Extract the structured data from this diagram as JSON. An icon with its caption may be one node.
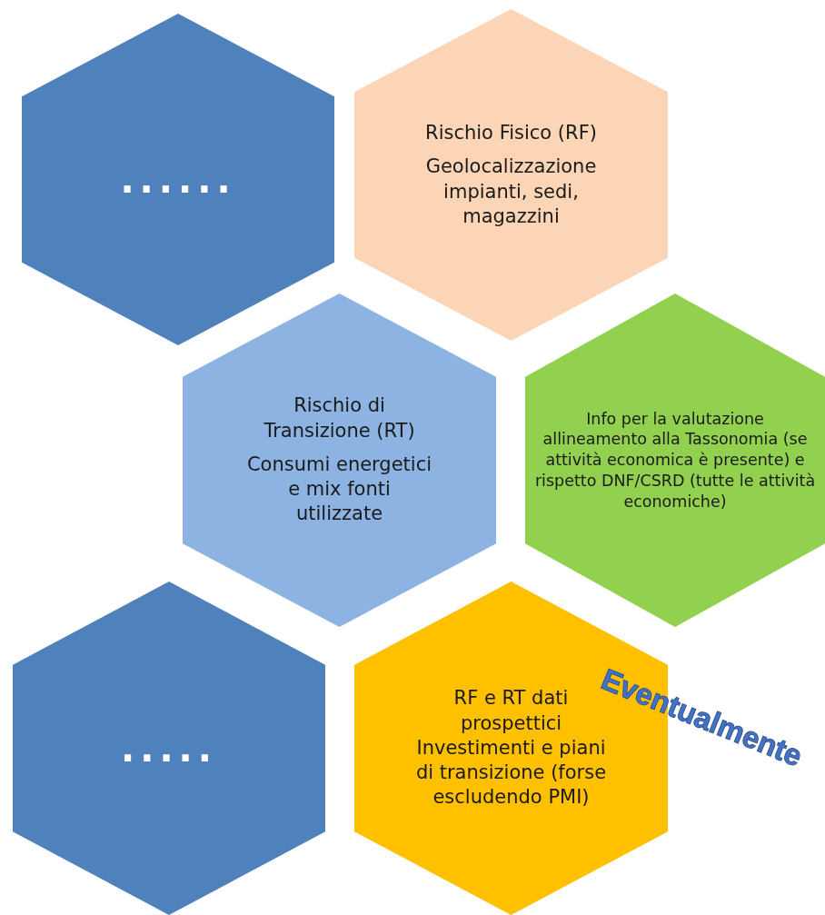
{
  "diagram": {
    "nodes": [
      {
        "text": [
          "......"
        ]
      },
      {
        "text": [
          "Rischio Fisico (RF)",
          "Geolocalizzazione impianti, sedi, magazzini"
        ]
      },
      {
        "text": [
          "Rischio di Transizione (RT)",
          "Consumi energetici e mix fonti utilizzate"
        ]
      },
      {
        "text": [
          "Info per la valutazione allineamento alla Tassonomia (se attività economica è presente) e rispetto DNF/CSRD (tutte le attività economiche)"
        ]
      },
      {
        "text": [
          "....."
        ]
      },
      {
        "text": [
          "RF e RT dati prospettici",
          "Investimenti e piani di transizione (forse escludendo PMI)"
        ]
      }
    ],
    "labels": [
      "Eventualmente"
    ]
  }
}
